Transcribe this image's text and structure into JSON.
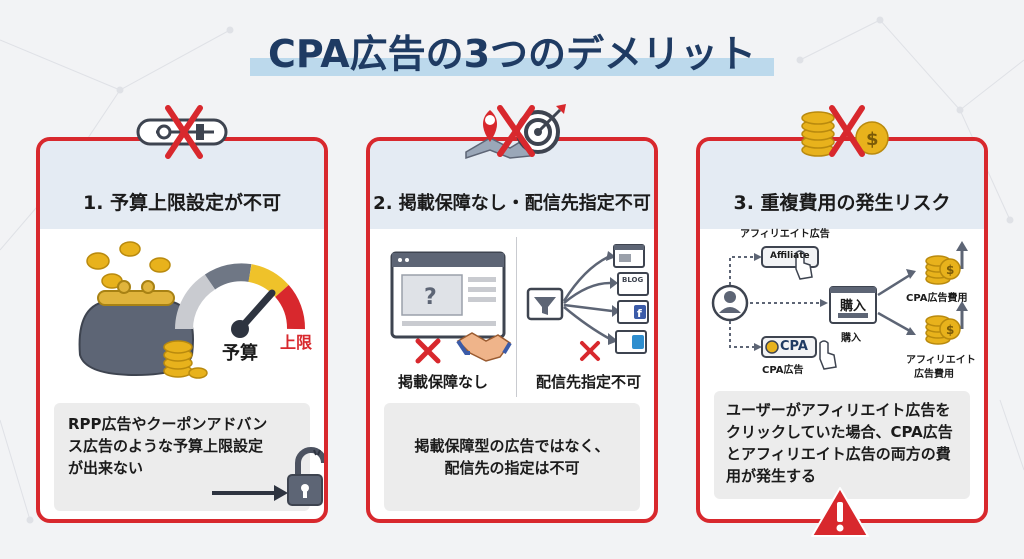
{
  "title": "CPA広告の3つのデメリット",
  "cards": [
    {
      "heading": "1. 予算上限設定が不可",
      "gauge_label": "予算",
      "limit_label": "上限",
      "note": "RPP広告やクーポンアドバンス広告のような予算上限設定が出来ない"
    },
    {
      "heading": "2. 掲載保障なし・配信先指定不可",
      "left_label": "掲載保障なし",
      "right_label": "配信先指定不可",
      "blog_label": "BLOG",
      "note_line1": "掲載保障型の広告ではなく、",
      "note_line2": "配信先の指定は不可"
    },
    {
      "heading": "3. 重複費用の発生リスク",
      "affiliate_label": "アフィリエイト広告",
      "affiliate_badge": "Affiliate",
      "cpa_badge": "CPA",
      "cpa_label": "CPA広告",
      "purchase_box": "購入",
      "purchase_label": "購入",
      "cost_cpa": "CPA広告費用",
      "cost_aff_1": "アフィリエイト",
      "cost_aff_2": "広告費用",
      "note": "ユーザーがアフィリエイト広告をクリックしていた場合、CPA広告とアフィリエイト広告の両方の費用が発生する"
    }
  ],
  "colors": {
    "accent_red": "#d8282d",
    "title_navy": "#1f3b63",
    "head_bg": "#e4ebf3",
    "gold": "#e8b21c"
  }
}
